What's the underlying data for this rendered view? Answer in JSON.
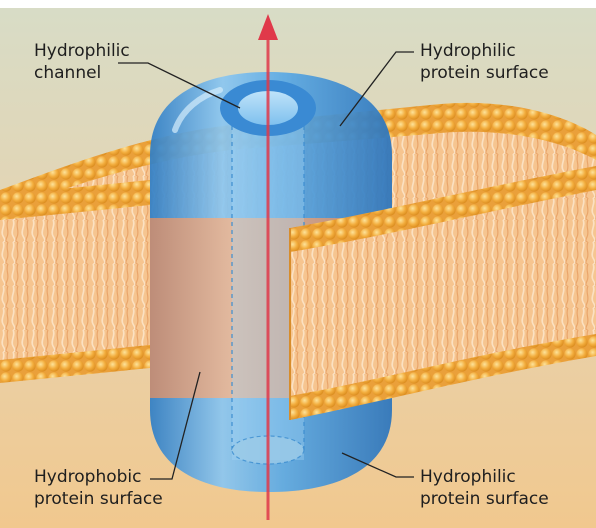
{
  "labels": {
    "channel": {
      "line1": "Hydrophilic",
      "line2": "channel"
    },
    "top_right": {
      "line1": "Hydrophilic",
      "line2": "protein surface"
    },
    "bottom_left": {
      "line1": "Hydrophobic",
      "line2": "protein surface"
    },
    "bottom_right": {
      "line1": "Hydrophilic",
      "line2": "protein surface"
    }
  },
  "colors": {
    "background_top": "#d8dcc6",
    "background_bottom": "#f1c88e",
    "lipid_head": "#f3ae3f",
    "lipid_tail": "#f2bb82",
    "protein_hydrophilic": "#4d9fe0",
    "protein_hydrophobic": "#d4a386",
    "arrow": "#e0394a",
    "leader_line": "#222222"
  }
}
